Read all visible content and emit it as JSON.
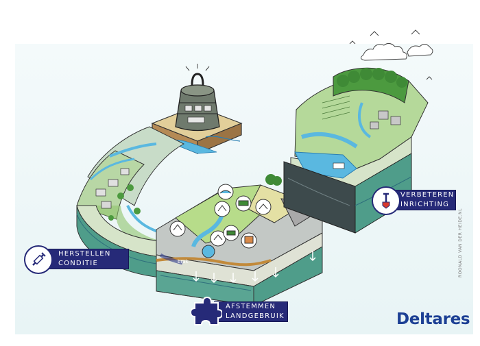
{
  "labels": {
    "herstellen": [
      "HERSTELLEN",
      "CONDITIE"
    ],
    "verbeteren": [
      "VERBETEREN",
      "INRICHTING"
    ],
    "afstemmen": [
      "AFSTEMMEN",
      "LANDGEBRUIK"
    ]
  },
  "annotation_brak": "brak",
  "brand": "Deltares",
  "credit": "ROONALD VAN DER HEIDE.NL",
  "colors": {
    "label_fill": "#262a78",
    "brand_blue": "#1c3f94",
    "water": "#5ab8e0",
    "grass": "#9ccf6a",
    "soil_teal": "#4f9d8a",
    "dark_soil": "#3d4a4c"
  },
  "icons": {
    "herstellen": "syringe-icon",
    "verbeteren": "shovel-icon",
    "afstemmen": "puzzle-icon",
    "center": "weight-icon"
  }
}
